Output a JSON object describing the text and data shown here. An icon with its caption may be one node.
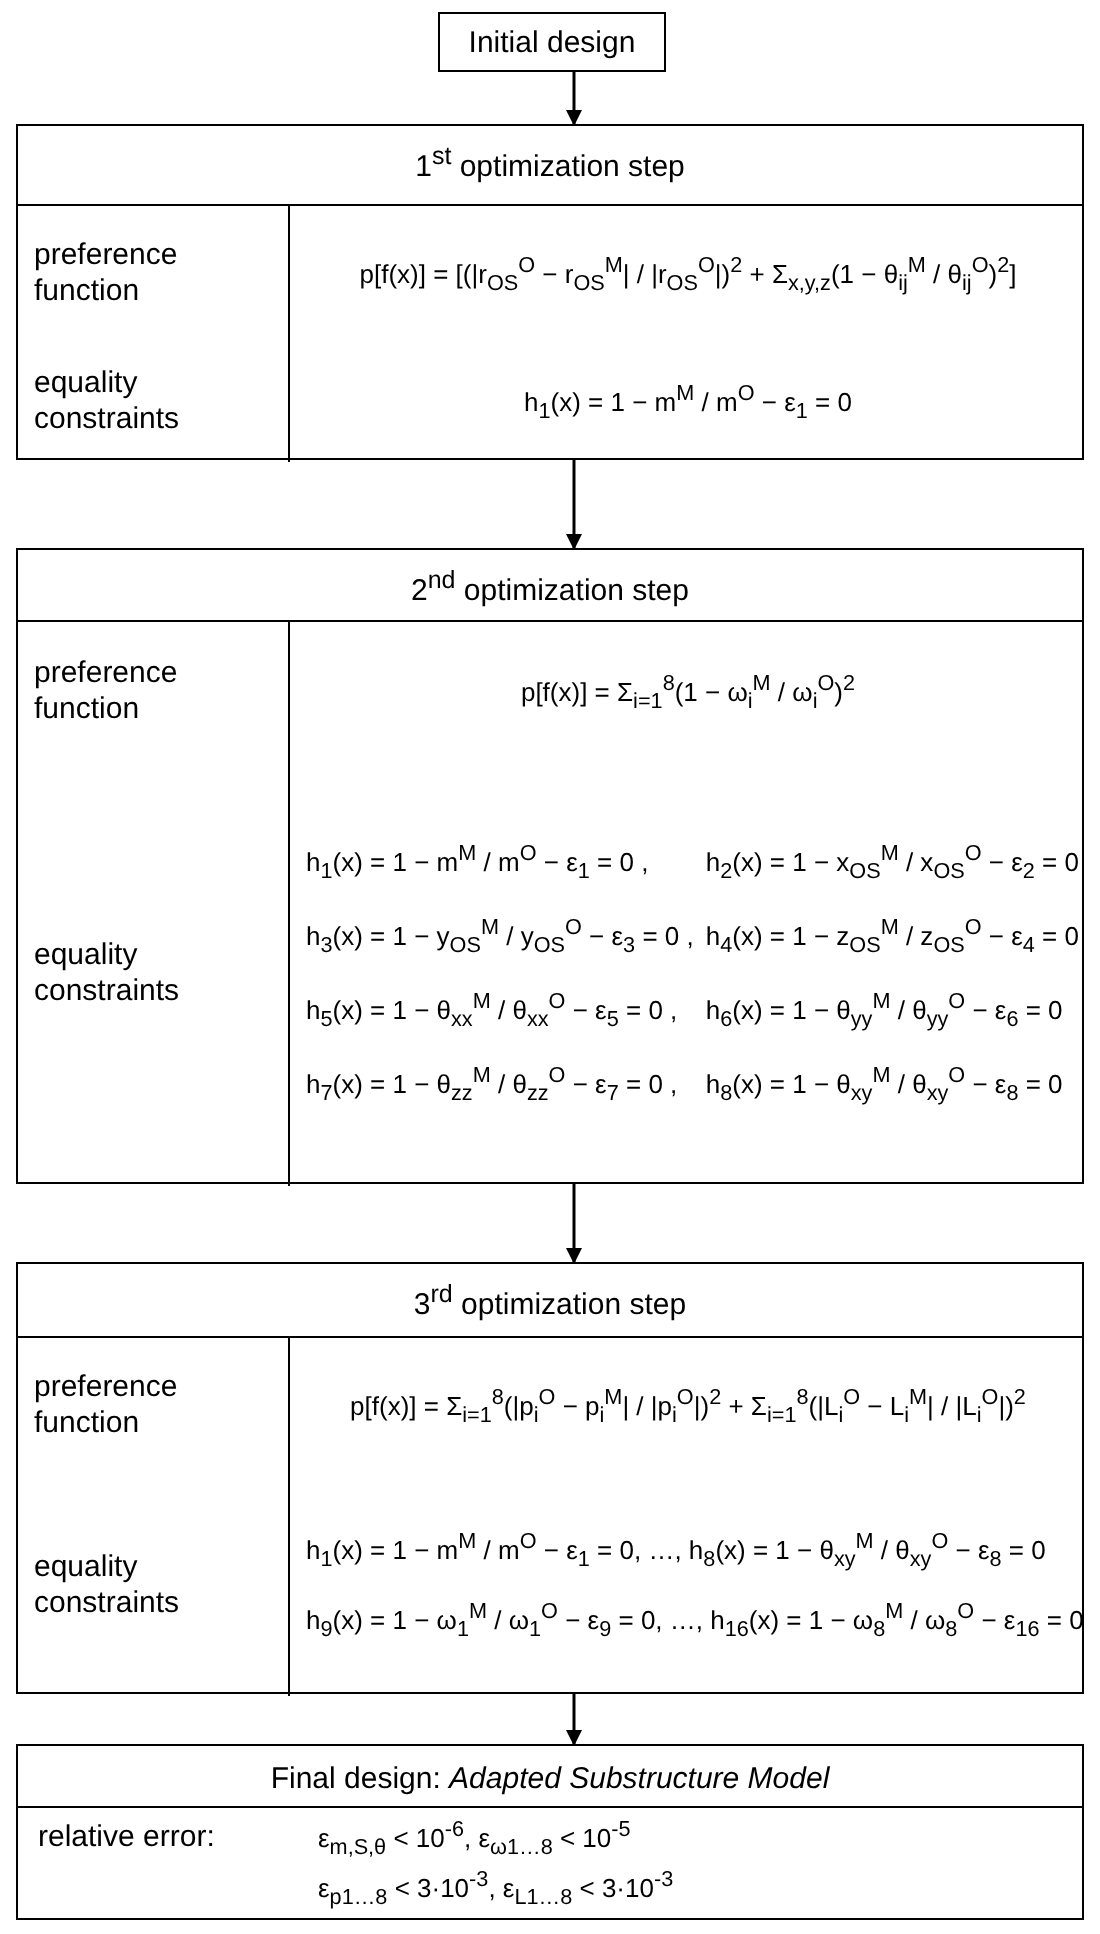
{
  "diagram": {
    "nodes": [
      {
        "text": [
          "Initial design"
        ]
      },
      {
        "text": [
          "1$^{st}$ optimization step"
        ]
      },
      {
        "text": [
          "preference function"
        ],
        "in": 1
      },
      {
        "text": [
          "p[f(x)] = [(|r$_{OS}$$^{O}$ − r$_{OS}$$^{M}$| / |r$_{OS}$$^{O}$|)$^{2}$ + Σ$_{x,y,z}$(1 − θ$_{ij}$$^{M}$ / θ$_{ij}$$^{O}$)$^{2}$]"
        ],
        "in": 1
      },
      {
        "text": [
          "equality constraints"
        ],
        "in": 1
      },
      {
        "text": [
          "h$_{1}$(x) = 1 − m$^{M}$ / m$^{O}$ − ε$_{1}$ = 0"
        ],
        "in": 1
      },
      {
        "text": [
          "2$^{nd}$ optimization step"
        ]
      },
      {
        "text": [
          "preference function"
        ],
        "in": 6
      },
      {
        "text": [
          "p[f(x)] = Σ$_{i=1}$$^{8}$(1 − ω$_{i}$$^{M}$ / ω$_{i}$$^{O}$)$^{2}$"
        ],
        "in": 6
      },
      {
        "text": [
          "equality constraints"
        ],
        "in": 6
      },
      {
        "text": [
          "h$_{1}$(x) = 1 − m$^{M}$ / m$^{O}$ − ε$_{1}$ = 0 ,",
          "h$_{2}$(x) = 1 − x$_{OS}$$^{M}$ / x$_{OS}$$^{O}$ − ε$_{2}$ = 0",
          "h$_{3}$(x) = 1 − y$_{OS}$$^{M}$ / y$_{OS}$$^{O}$ − ε$_{3}$ = 0 ,",
          "h$_{4}$(x) = 1 − z$_{OS}$$^{M}$ / z$_{OS}$$^{O}$ − ε$_{4}$ = 0",
          "h$_{5}$(x) = 1 − θ$_{xx}$$^{M}$ / θ$_{xx}$$^{O}$ − ε$_{5}$ = 0 ,",
          "h$_{6}$(x) = 1 − θ$_{yy}$$^{M}$ / θ$_{yy}$$^{O}$ − ε$_{6}$ = 0",
          "h$_{7}$(x) = 1 − θ$_{zz}$$^{M}$ / θ$_{zz}$$^{O}$ − ε$_{7}$ = 0 ,",
          "h$_{8}$(x) = 1 − θ$_{xy}$$^{M}$ / θ$_{xy}$$^{O}$ − ε$_{8}$ = 0"
        ],
        "in": 6
      },
      {
        "text": [
          "3$^{rd}$ optimization step"
        ]
      },
      {
        "text": [
          "preference function"
        ],
        "in": 11
      },
      {
        "text": [
          "p[f(x)] = Σ$_{i=1}$$^{8}$(|p$_{i}$$^{O}$ − p$_{i}$$^{M}$| / |p$_{i}$$^{O}$|)$^{2}$ + Σ$_{i=1}$$^{8}$(|L$_{i}$$^{O}$ − L$_{i}$$^{M}$| / |L$_{i}$$^{O}$|)$^{2}$"
        ],
        "in": 11
      },
      {
        "text": [
          "equality constraints"
        ],
        "in": 11
      },
      {
        "text": [
          "h$_{1}$(x) = 1 − m$^{M}$ / m$^{O}$ − ε$_{1}$ = 0, …, h$_{8}$(x) = 1 − θ$_{xy}$$^{M}$ / θ$_{xy}$$^{O}$ − ε$_{8}$ = 0",
          "h$_{9}$(x) = 1 − ω$_{1}$$^{M}$ / ω$_{1}$$^{O}$ − ε$_{9}$ = 0, …, h$_{16}$(x) = 1 − ω$_{8}$$^{M}$ / ω$_{8}$$^{O}$ − ε$_{16}$ = 0"
        ],
        "in": 11
      },
      {
        "text": [
          "Final design: *Adapted Substructure Model*"
        ]
      },
      {
        "text": [
          "relative error:",
          "ε$_{m,S,θ}$ < 10$^{-6}$,   ε$_{ω1…8}$ < 10$^{-5}$",
          "ε$_{p1…8}$ < 3·10$^{-3}$, ε$_{L1…8}$ < 3·10$^{-3}$"
        ],
        "in": 16
      }
    ],
    "edges": [
      {
        "from": 0,
        "to": 1,
        "arrow": "to"
      },
      {
        "from": 1,
        "to": 6,
        "arrow": "to"
      },
      {
        "from": 6,
        "to": 11,
        "arrow": "to"
      },
      {
        "from": 11,
        "to": 16,
        "arrow": "to"
      }
    ]
  }
}
